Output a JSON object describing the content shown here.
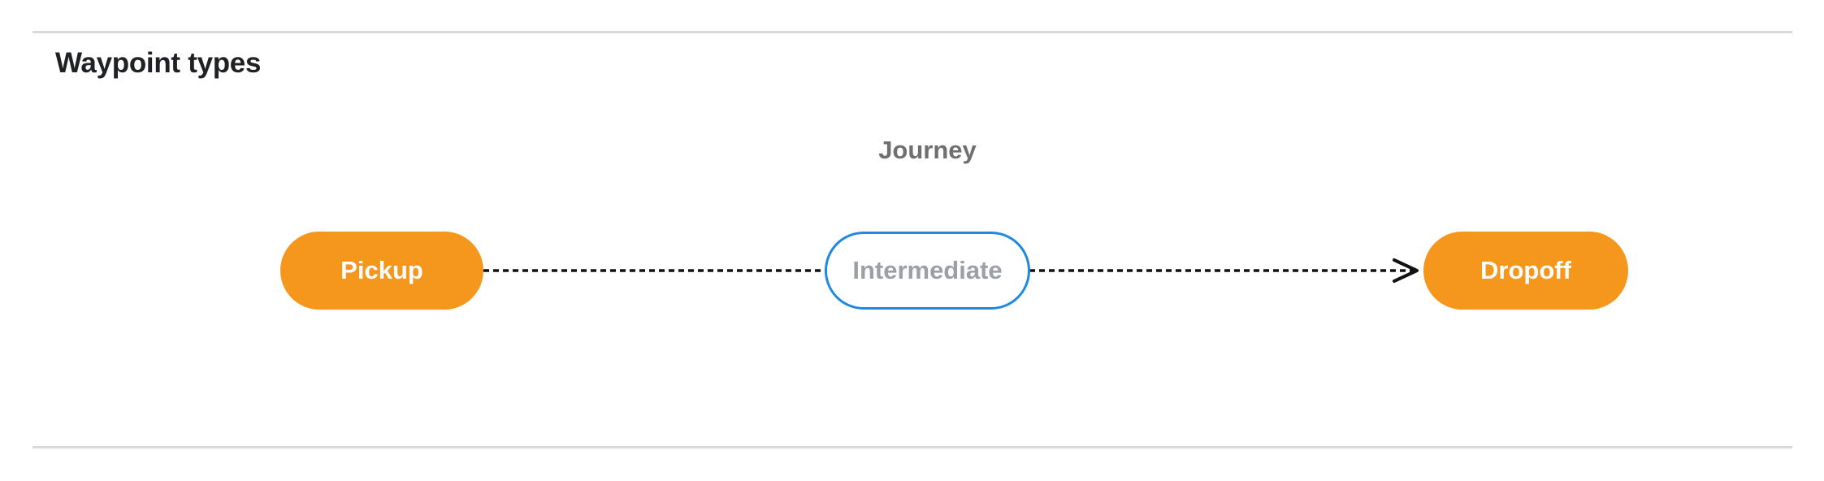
{
  "page": {
    "title": "Waypoint types"
  },
  "diagram": {
    "label": "Journey",
    "nodes": [
      {
        "id": "pickup",
        "label": "Pickup",
        "style": "filled",
        "shape": "pill"
      },
      {
        "id": "intermediate",
        "label": "Intermediate",
        "style": "outlined",
        "shape": "pill"
      },
      {
        "id": "dropoff",
        "label": "Dropoff",
        "style": "filled",
        "shape": "pill"
      }
    ],
    "edges": [
      {
        "from": "pickup",
        "to": "dropoff",
        "via": "intermediate",
        "line_style": "dashed",
        "arrowhead": "end"
      }
    ],
    "colors": {
      "page_bg": "#ffffff",
      "heading_text": "#202124",
      "label_text": "#6f6f6f",
      "node_fill": "#f5961d",
      "node_text": "#ffffff",
      "outline_border": "#1e88e5",
      "outline_text": "#9aa0a6",
      "connector": "#111111",
      "divider": "#d9d9d9"
    }
  }
}
